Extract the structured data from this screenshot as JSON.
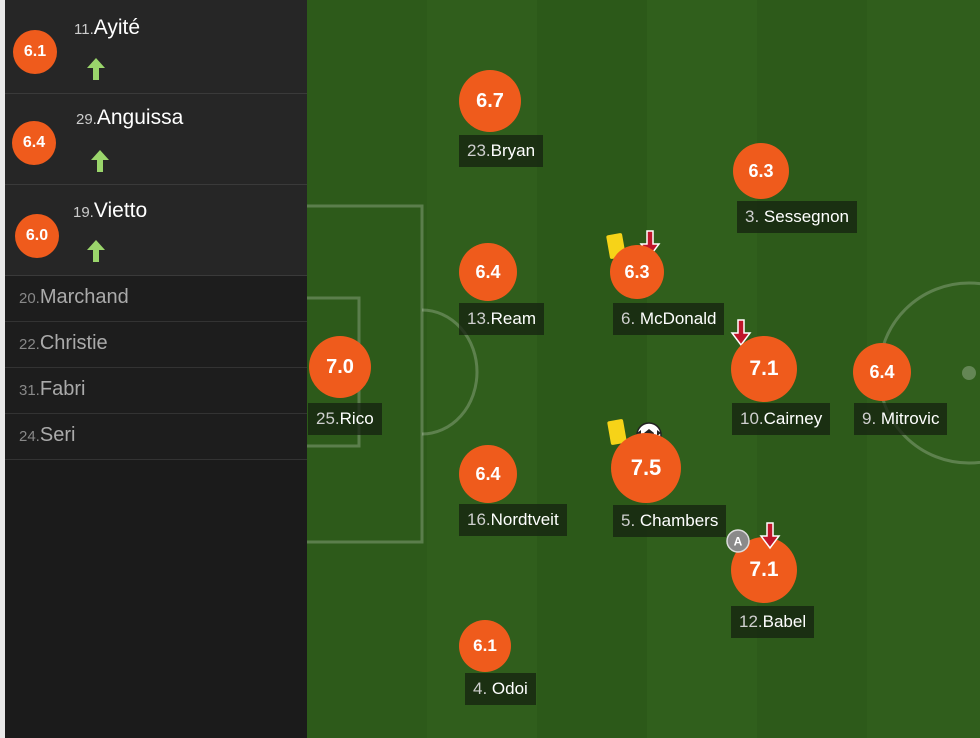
{
  "substitutes": [
    {
      "rating": "6.1",
      "number": "11.",
      "name": "Ayité"
    },
    {
      "rating": "6.4",
      "number": "29.",
      "name": "Anguissa"
    },
    {
      "rating": "6.0",
      "number": "19.",
      "name": "Vietto"
    }
  ],
  "bench": [
    {
      "number": "20.",
      "name": "Marchand"
    },
    {
      "number": "22.",
      "name": "Christie"
    },
    {
      "number": "31.",
      "name": "Fabri"
    },
    {
      "number": "24.",
      "name": "Seri"
    }
  ],
  "players": {
    "rico": {
      "rating": "7.0",
      "number": "25.",
      "name": "Rico"
    },
    "bryan": {
      "rating": "6.7",
      "number": "23.",
      "name": "Bryan"
    },
    "ream": {
      "rating": "6.4",
      "number": "13.",
      "name": "Ream"
    },
    "nordtveit": {
      "rating": "6.4",
      "number": "16.",
      "name": "Nordtveit"
    },
    "odoi": {
      "rating": "6.1",
      "number": "4. ",
      "name": "Odoi"
    },
    "mcdonald": {
      "rating": "6.3",
      "number": "6. ",
      "name": "McDonald"
    },
    "chambers": {
      "rating": "7.5",
      "number": "5. ",
      "name": "Chambers"
    },
    "sessegnon": {
      "rating": "6.3",
      "number": "3. ",
      "name": "Sessegnon"
    },
    "cairney": {
      "rating": "7.1",
      "number": "10.",
      "name": "Cairney"
    },
    "babel": {
      "rating": "7.1",
      "number": "12.",
      "name": "Babel"
    },
    "mitrovic": {
      "rating": "6.4",
      "number": "9. ",
      "name": "Mitrovic"
    }
  },
  "captain_mark": "A",
  "colors": {
    "rating_badge": "#ef5b1c",
    "yellow_card": "#f6d318",
    "sub_on_arrow": "#9ad56b",
    "sub_off_arrow": "#c0152a"
  }
}
